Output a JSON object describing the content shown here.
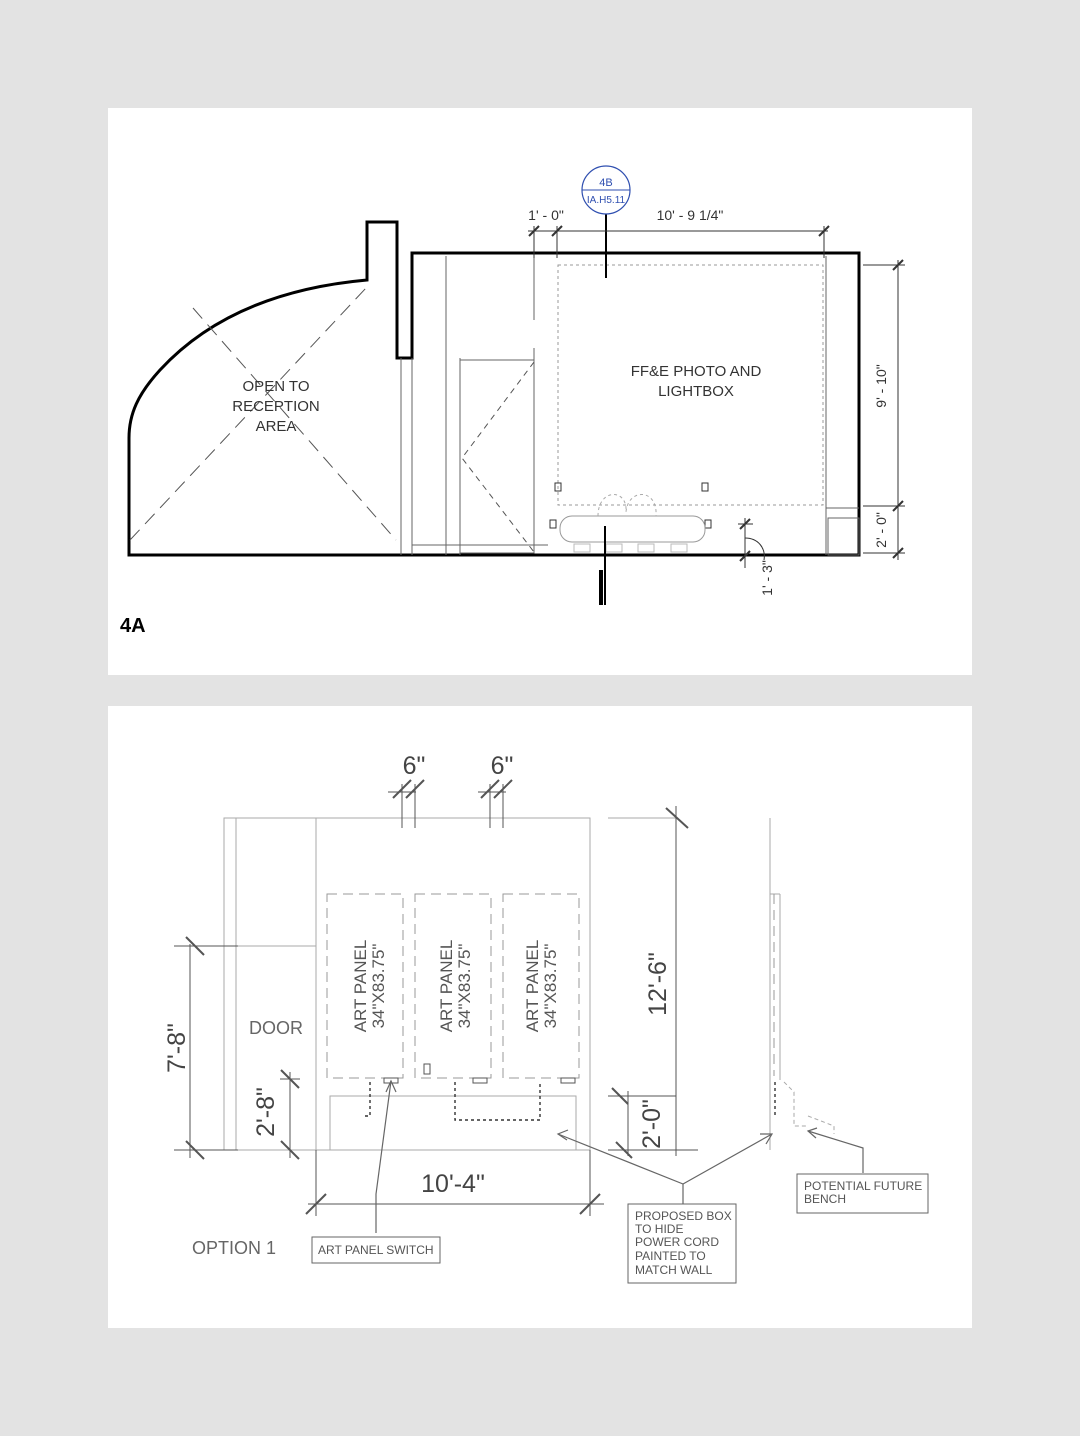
{
  "plan_4a": {
    "sheet_label": "4A",
    "section_marker": {
      "top": "4B",
      "bottom": "IA.H5.11",
      "color": "#2f4fb0"
    },
    "room_label_1": "OPEN TO",
    "room_label_2": "RECEPTION",
    "room_label_3": "AREA",
    "lightbox_label_1": "FF&E PHOTO AND",
    "lightbox_label_2": "LIGHTBOX",
    "dim_top_left": "1' - 0\"",
    "dim_top_right": "10' - 9 1/4\"",
    "dim_right_main": "9' - 10\"",
    "dim_right_small": "2' - 0\"",
    "dim_bottom": "1' - 3\""
  },
  "elevation_option_1": {
    "option_label": "OPTION 1",
    "door_label": "DOOR",
    "dim_gap_left": "6\"",
    "dim_gap_right": "6\"",
    "dim_door_height": "7'-8\"",
    "dim_low": "2'-8\"",
    "dim_width": "10'-4\"",
    "dim_height": "12'-6\"",
    "dim_box_height": "2'-0\"",
    "panels": [
      {
        "title": "ART PANEL",
        "size": "34\"X83.75\""
      },
      {
        "title": "ART PANEL",
        "size": "34\"X83.75\""
      },
      {
        "title": "ART PANEL",
        "size": "34\"X83.75\""
      }
    ],
    "note_switch": "ART PANEL SWITCH",
    "note_box_1": "PROPOSED BOX",
    "note_box_2": "TO HIDE",
    "note_box_3": "POWER CORD",
    "note_box_4": "PAINTED TO",
    "note_box_5": "MATCH WALL",
    "note_bench_1": "POTENTIAL FUTURE",
    "note_bench_2": "BENCH"
  }
}
